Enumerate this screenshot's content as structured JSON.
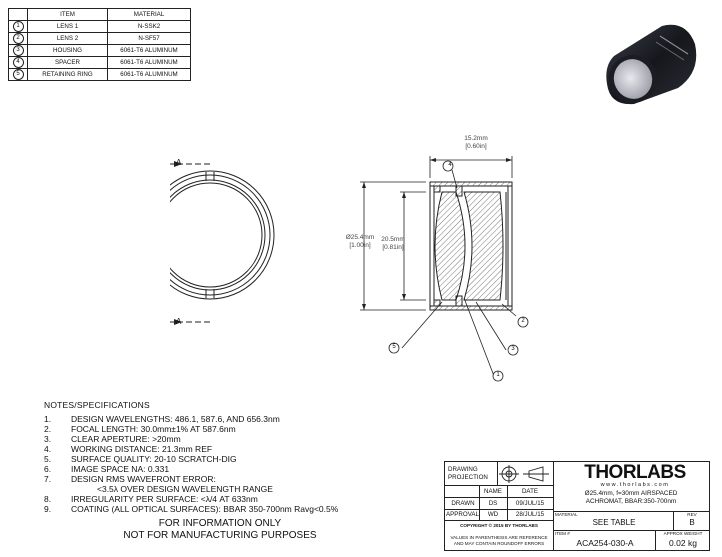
{
  "bom": {
    "headers": [
      "ITEM",
      "MATERIAL"
    ],
    "rows": [
      {
        "num": "1",
        "item": "LENS 1",
        "material": "N-SSK2"
      },
      {
        "num": "2",
        "item": "LENS 2",
        "material": "N-SF57"
      },
      {
        "num": "3",
        "item": "HOUSING",
        "material": "6061-T6 ALUMINUM"
      },
      {
        "num": "4",
        "item": "SPACER",
        "material": "6061-T6 ALUMINUM"
      },
      {
        "num": "5",
        "item": "RETAINING RING",
        "material": "6061-T6 ALUMINUM"
      }
    ]
  },
  "drawing": {
    "section_label_top": "A",
    "section_label_bottom": "A",
    "dim_length": "15.2mm",
    "dim_length_in": "[0.60in]",
    "dim_outer": "Ø25.4mm",
    "dim_outer_in": "[1.00in]",
    "dim_aperture": "20.5mm",
    "dim_aperture_in": "[0.81in]",
    "balloons": [
      "4",
      "2",
      "3",
      "1",
      "5"
    ],
    "line_color": "#222222",
    "hatch_color": "#555555"
  },
  "notes": {
    "title": "NOTES/SPECIFICATIONS",
    "items": [
      {
        "num": "1.",
        "text": "DESIGN WAVELENGTHS: 486.1, 587.6, AND 656.3nm"
      },
      {
        "num": "2.",
        "text": "FOCAL LENGTH: 30.0mm±1% AT 587.6nm"
      },
      {
        "num": "3.",
        "text": "CLEAR APERTURE: >20mm"
      },
      {
        "num": "4.",
        "text": "WORKING DISTANCE: 21.3mm REF"
      },
      {
        "num": "5.",
        "text": "SURFACE QUALITY: 20-10 SCRATCH-DIG"
      },
      {
        "num": "6.",
        "text": "IMAGE SPACE NA: 0.331"
      },
      {
        "num": "7.",
        "text": "DESIGN RMS WAVEFRONT ERROR:"
      },
      {
        "num": "",
        "text": "<3.5λ OVER DESIGN WAVELENGTH RANGE"
      },
      {
        "num": "8.",
        "text": "IRREGULARITY PER SURFACE: <λ/4 AT 633nm"
      },
      {
        "num": "9.",
        "text": "COATING (ALL OPTICAL SURFACES): BBAR 350-700nm Ravg<0.5%"
      }
    ],
    "disclaimer_line1": "FOR INFORMATION ONLY",
    "disclaimer_line2": "NOT FOR MANUFACTURING PURPOSES"
  },
  "title_block": {
    "drawing_projection": "DRAWING PROJECTION",
    "name_header": "NAME",
    "date_header": "DATE",
    "drawn_label": "DRAWN",
    "drawn_name": "DS",
    "drawn_date": "09/JUL/15",
    "approval_label": "APPROVAL",
    "approval_name": "WD",
    "approval_date": "28/JUL/15",
    "copyright": "COPYRIGHT © 2015 BY THORLABS",
    "values_note_1": "VALUES IN PARENTHESIS ARE REFERENCE",
    "values_note_2": "AND MAY CONTAIN ROUNDOFF ERRORS",
    "logo": "THORLABS",
    "website": "www.thorlabs.com",
    "description_1": "Ø25.4mm, f=30mm AIRSPACED",
    "description_2": "ACHROMAT, BBAR:350-700nm",
    "material_label": "MATERIAL",
    "material_value": "SEE TABLE",
    "rev_label": "REV",
    "rev_value": "B",
    "item_label": "ITEM #",
    "item_value": "ACA254-030-A",
    "weight_label": "APPROX WEIGHT",
    "weight_value": "0.02 kg"
  }
}
